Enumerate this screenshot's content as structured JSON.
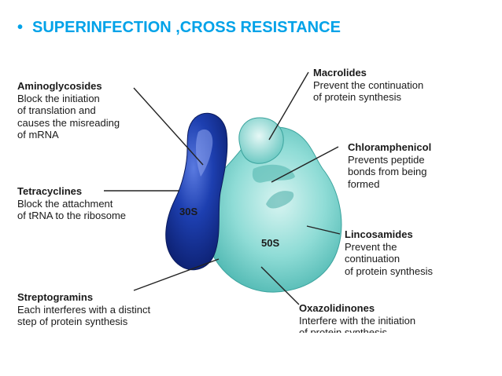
{
  "slide": {
    "bullet": "•",
    "title": "SUPERINFECTION ,CROSS RESISTANCE"
  },
  "diagram": {
    "subunits": {
      "small": "30S",
      "large": "50S"
    },
    "colors": {
      "small_subunit": "#1a3a9c",
      "large_subunit": "#7ed4cf",
      "title": "#00a2e8"
    },
    "labels": {
      "aminoglycosides": {
        "name": "Aminoglycosides",
        "text": "Block the initiation\nof translation and\ncauses the misreading\nof mRNA"
      },
      "tetracyclines": {
        "name": "Tetracyclines",
        "text": "Block the attachment\nof tRNA to the ribosome"
      },
      "streptogramins": {
        "name": "Streptogramins",
        "text": "Each interferes with a distinct\nstep of protein synthesis"
      },
      "macrolides": {
        "name": "Macrolides",
        "text": "Prevent the continuation\nof protein synthesis"
      },
      "chloramphenicol": {
        "name": "Chloramphenicol",
        "text": "Prevents peptide\nbonds from being\nformed"
      },
      "lincosamides": {
        "name": "Lincosamides",
        "text": "Prevent the\ncontinuation\nof protein synthesis"
      },
      "oxazolidinones": {
        "name": "Oxazolidinones",
        "text": "Interfere with the initiation\nof protein synthesis"
      }
    }
  }
}
